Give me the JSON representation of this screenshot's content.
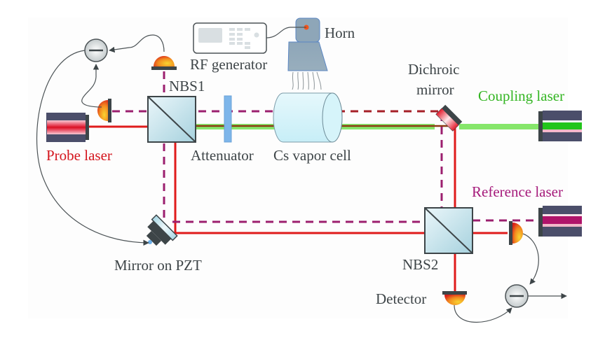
{
  "title": "Rydberg atom RF electrometry setup with heterodyne phase locking",
  "labels": {
    "rf_generator": "RF generator",
    "horn": "Horn",
    "nbs1": "NBS1",
    "nbs2": "NBS2",
    "probe_laser": "Probe laser",
    "attenuator": "Attenuator",
    "cs_vapor_cell": "Cs vapor cell",
    "dichroic_mirror_line1": "Dichroic",
    "dichroic_mirror_line2": "mirror",
    "coupling_laser": "Coupling laser",
    "reference_laser": "Reference laser",
    "mirror_on_pzt": "Mirror on PZT",
    "detector": "Detector"
  },
  "components": [
    {
      "id": "probe-laser",
      "type": "laser",
      "beam_color": "#e01b1b"
    },
    {
      "id": "coupling-laser",
      "type": "laser",
      "beam_color": "#22c51b"
    },
    {
      "id": "reference-laser",
      "type": "laser",
      "beam_color": "#b0136a"
    },
    {
      "id": "nbs1",
      "type": "beam-splitter"
    },
    {
      "id": "nbs2",
      "type": "beam-splitter"
    },
    {
      "id": "attenuator",
      "type": "filter"
    },
    {
      "id": "cs-vapor-cell",
      "type": "vapor-cell"
    },
    {
      "id": "dichroic-mirror",
      "type": "mirror"
    },
    {
      "id": "mirror-on-pzt",
      "type": "mirror"
    },
    {
      "id": "rf-generator",
      "type": "signal-generator"
    },
    {
      "id": "horn",
      "type": "antenna"
    },
    {
      "id": "photodetector-top",
      "type": "photodetector"
    },
    {
      "id": "photodetector-left",
      "type": "photodetector"
    },
    {
      "id": "photodetector-right",
      "type": "photodetector"
    },
    {
      "id": "detector",
      "type": "photodetector"
    },
    {
      "id": "subtractor-top",
      "type": "subtractor",
      "symbol": "−"
    },
    {
      "id": "subtractor-bottom",
      "type": "subtractor",
      "symbol": "−"
    }
  ],
  "colors": {
    "probe_beam": "#e01b1b",
    "reference_beam": "#9c1f6e",
    "coupling_beam": "#86e66b",
    "label_text": "#3e4548",
    "probe_label": "#d4151d",
    "coupling_label": "#33b522",
    "reference_label": "#a5197a"
  }
}
